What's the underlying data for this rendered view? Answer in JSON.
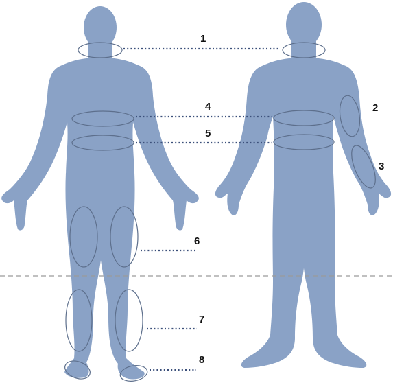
{
  "colors": {
    "body": "#8aa2c6",
    "ring": "#5d6f8c",
    "leader": "#3b4f7a",
    "divider": "#9a9a9a"
  },
  "labels": {
    "l1": "1",
    "l2": "2",
    "l3": "3",
    "l4": "4",
    "l5": "5",
    "l6": "6",
    "l7": "7",
    "l8": "8"
  }
}
